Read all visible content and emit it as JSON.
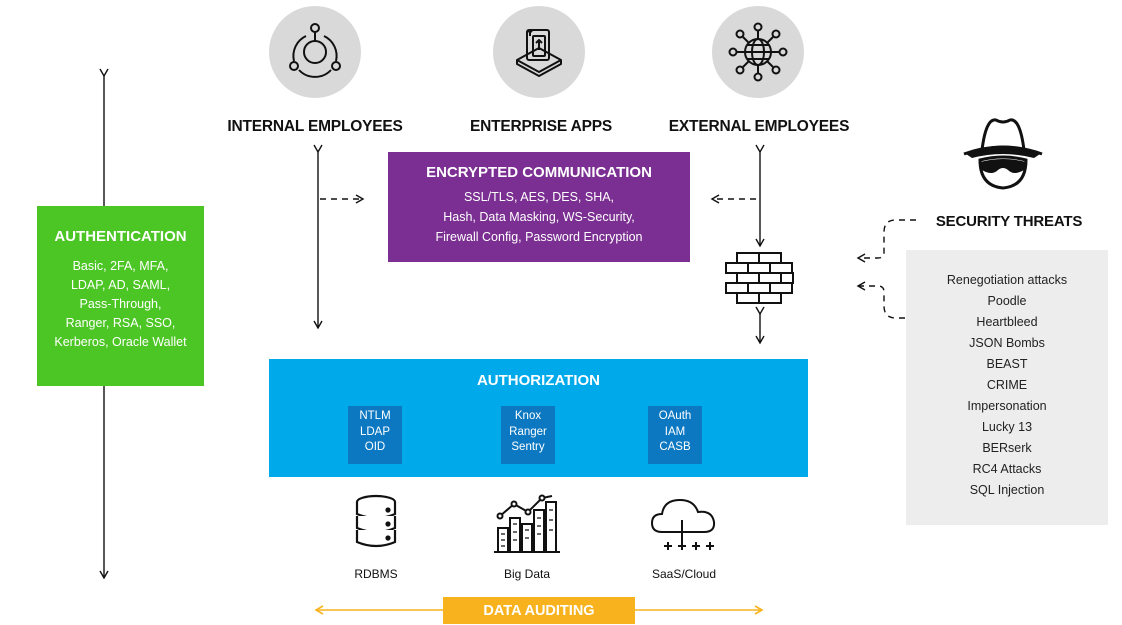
{
  "categories": {
    "internal": {
      "label": "INTERNAL EMPLOYEES",
      "icon": "people-network-icon"
    },
    "apps": {
      "label": "ENTERPRISE APPS",
      "icon": "app-tablet-icon"
    },
    "external": {
      "label": "EXTERNAL EMPLOYEES",
      "icon": "globe-network-icon"
    }
  },
  "authentication": {
    "title": "AUTHENTICATION",
    "methods": "Basic, 2FA, MFA,\nLDAP, AD, SAML,\nPass-Through,\nRanger, RSA, SSO,\nKerberos, Oracle Wallet",
    "color": "#4cc624"
  },
  "encryption": {
    "title": "ENCRYPTED COMMUNICATION",
    "methods": "SSL/TLS, AES, DES, SHA,\nHash, Data Masking, WS-Security,\nFirewall Config, Password Encryption",
    "color": "#7b2f92"
  },
  "authorization": {
    "title": "AUTHORIZATION",
    "color": "#00aaea",
    "groups": [
      {
        "items": "NTLM\nLDAP\nOID"
      },
      {
        "items": "Knox\nRanger\nSentry"
      },
      {
        "items": "OAuth\nIAM\nCASB"
      }
    ]
  },
  "threats": {
    "title": "SECURITY THREATS",
    "icon": "hacker-icon",
    "items": [
      "Renegotiation attacks",
      "Poodle",
      "Heartbleed",
      "JSON Bombs",
      "BEAST",
      "CRIME",
      "Impersonation",
      "Lucky 13",
      "BERserk",
      "RC4 Attacks",
      "SQL Injection"
    ]
  },
  "firewall": {
    "icon": "firewall-icon"
  },
  "stores": [
    {
      "label": "RDBMS",
      "icon": "database-icon"
    },
    {
      "label": "Big Data",
      "icon": "big-data-icon"
    },
    {
      "label": "SaaS/Cloud",
      "icon": "cloud-icon"
    }
  ],
  "auditing": {
    "label": "DATA AUDITING",
    "color": "#f7b21e"
  }
}
